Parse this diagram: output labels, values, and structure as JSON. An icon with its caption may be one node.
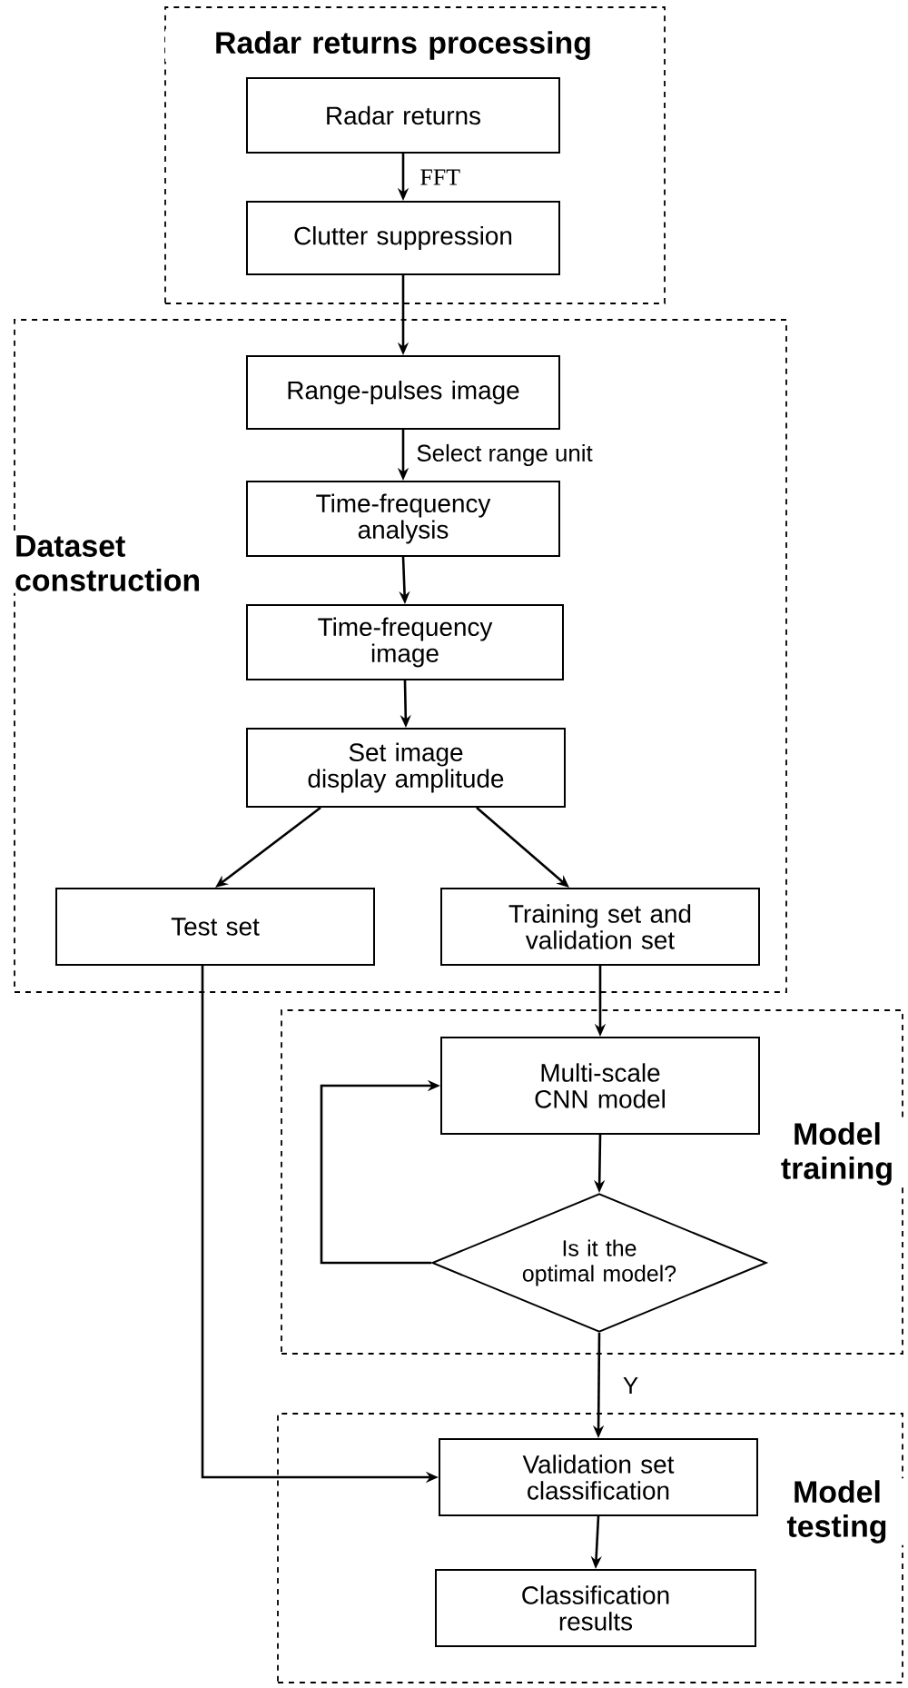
{
  "diagram": {
    "nodes": [
      {
        "text": [
          "Radar returns processing"
        ]
      },
      {
        "text": [
          "Radar returns"
        ],
        "in": 0
      },
      {
        "text": [
          "Clutter suppression"
        ],
        "in": 0
      },
      {
        "text": [
          "Dataset construction"
        ]
      },
      {
        "text": [
          "Range-pulses image"
        ],
        "in": 3
      },
      {
        "text": [
          "Time-frequency analysis"
        ],
        "in": 3
      },
      {
        "text": [
          "Time-frequency image"
        ],
        "in": 3
      },
      {
        "text": [
          "Set image display amplitude"
        ],
        "in": 3
      },
      {
        "text": [
          "Test set"
        ],
        "in": 3
      },
      {
        "text": [
          "Training set and validation set"
        ],
        "in": 3
      },
      {
        "text": [
          "Model training"
        ]
      },
      {
        "text": [
          "Multi-scale CNN model"
        ],
        "in": 10
      },
      {
        "text": [
          "Is it the optimal model?"
        ],
        "in": 10
      },
      {
        "text": [
          "Model testing"
        ]
      },
      {
        "text": [
          "Validation set classification"
        ],
        "in": 13
      },
      {
        "text": [
          "Classification results"
        ],
        "in": 13
      }
    ],
    "edges": [
      {
        "from": 1,
        "to": 2,
        "arrow": "to",
        "label": "FFT"
      },
      {
        "from": 2,
        "to": 4,
        "arrow": "to"
      },
      {
        "from": 4,
        "to": 5,
        "arrow": "to",
        "label": "Select range unit"
      },
      {
        "from": 5,
        "to": 6,
        "arrow": "to"
      },
      {
        "from": 6,
        "to": 7,
        "arrow": "to"
      },
      {
        "from": 7,
        "to": 8,
        "arrow": "to"
      },
      {
        "from": 7,
        "to": 9,
        "arrow": "to"
      },
      {
        "from": 9,
        "to": 11,
        "arrow": "to"
      },
      {
        "from": 11,
        "to": 12,
        "arrow": "to"
      },
      {
        "from": 12,
        "to": 11,
        "arrow": "to"
      },
      {
        "from": 12,
        "to": 14,
        "arrow": "to",
        "label": "Y"
      },
      {
        "from": 8,
        "to": 14,
        "arrow": "to"
      },
      {
        "from": 14,
        "to": 15,
        "arrow": "to"
      }
    ]
  }
}
